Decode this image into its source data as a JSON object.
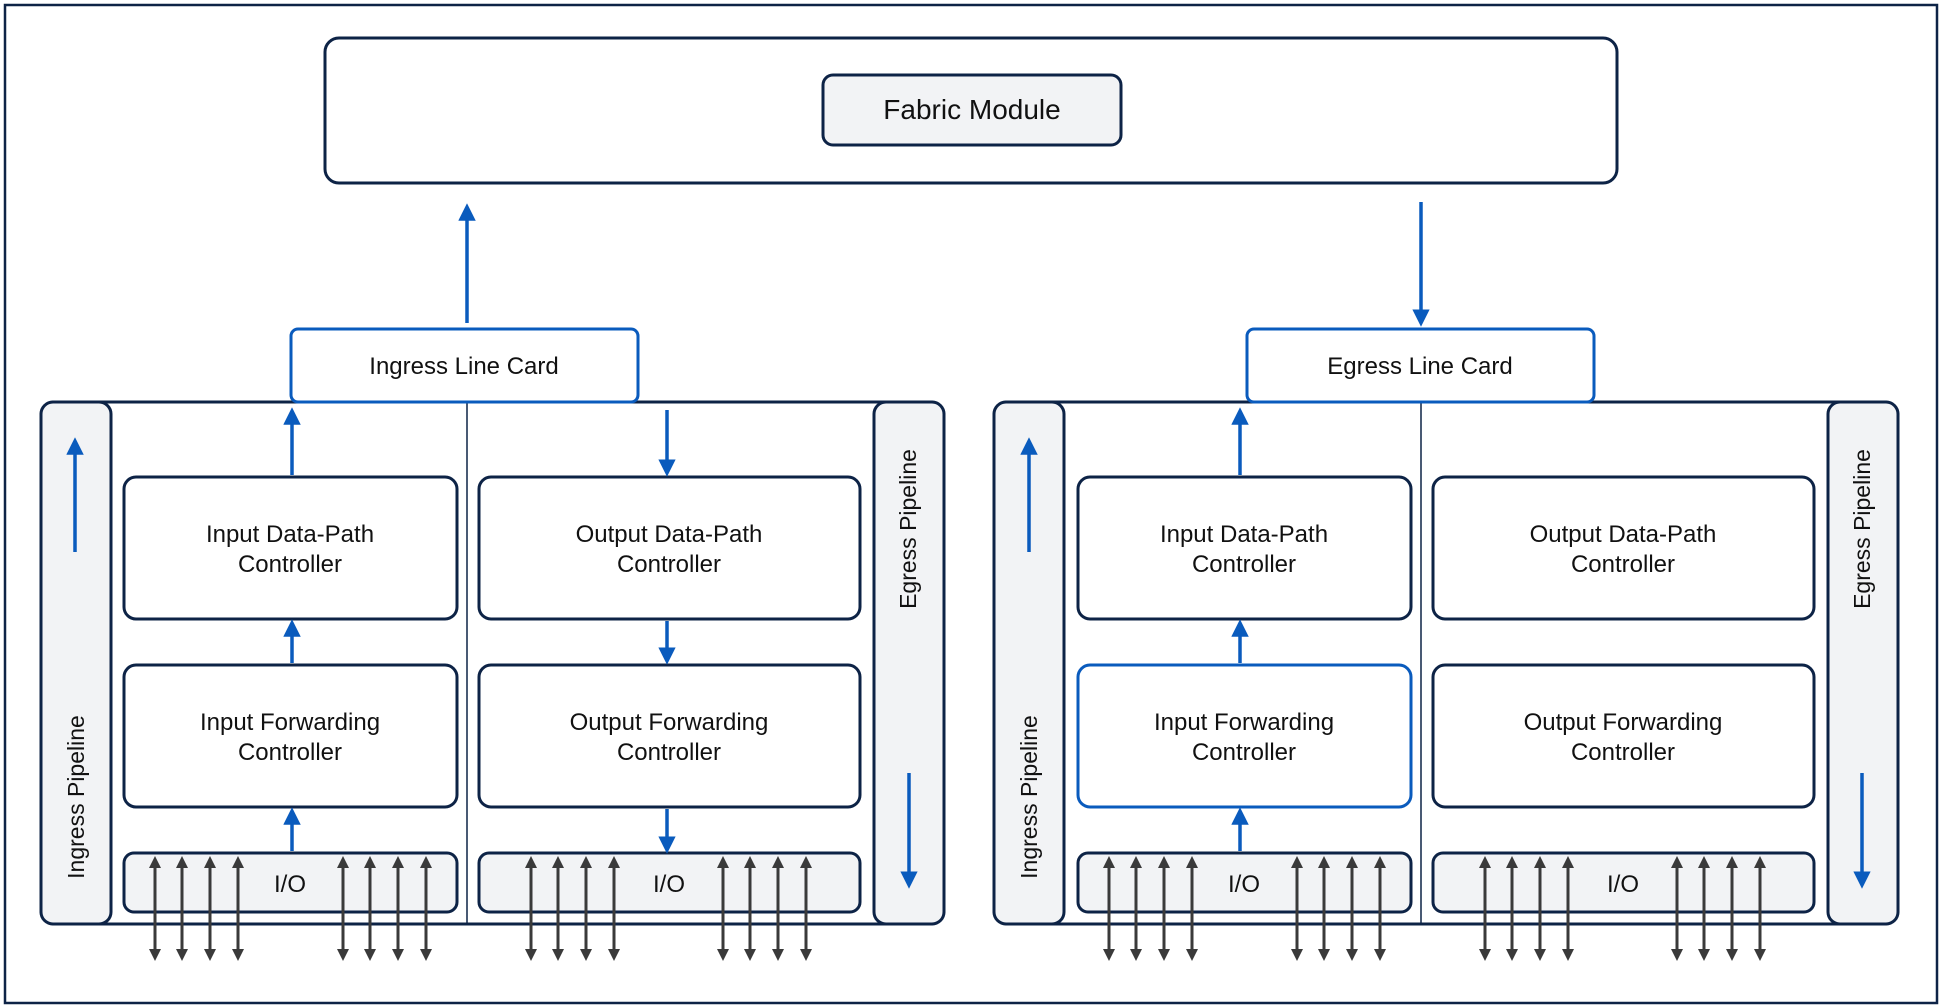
{
  "fabric": {
    "label": "Fabric Module"
  },
  "cards": [
    {
      "title": "Ingress Line Card",
      "left_pipeline": "Ingress Pipeline",
      "right_pipeline": "Egress Pipeline",
      "input_datapath": [
        "Input Data-Path",
        "Controller"
      ],
      "output_datapath": [
        "Output Data-Path",
        "Controller"
      ],
      "input_forwarding": [
        "Input Forwarding",
        "Controller"
      ],
      "output_forwarding": [
        "Output Forwarding",
        "Controller"
      ],
      "io_left": "I/O",
      "io_right": "I/O"
    },
    {
      "title": "Egress Line Card",
      "left_pipeline": "Ingress Pipeline",
      "right_pipeline": "Egress Pipeline",
      "input_datapath": [
        "Input Data-Path",
        "Controller"
      ],
      "output_datapath": [
        "Output Data-Path",
        "Controller"
      ],
      "input_forwarding": [
        "Input Forwarding",
        "Controller"
      ],
      "output_forwarding": [
        "Output Forwarding",
        "Controller"
      ],
      "io_left": "I/O",
      "io_right": "I/O"
    }
  ],
  "colors": {
    "navy": "#0d2346",
    "blue": "#0a5bbd",
    "panel": "#f2f3f5",
    "arrow_gray": "#3a3a3a"
  }
}
